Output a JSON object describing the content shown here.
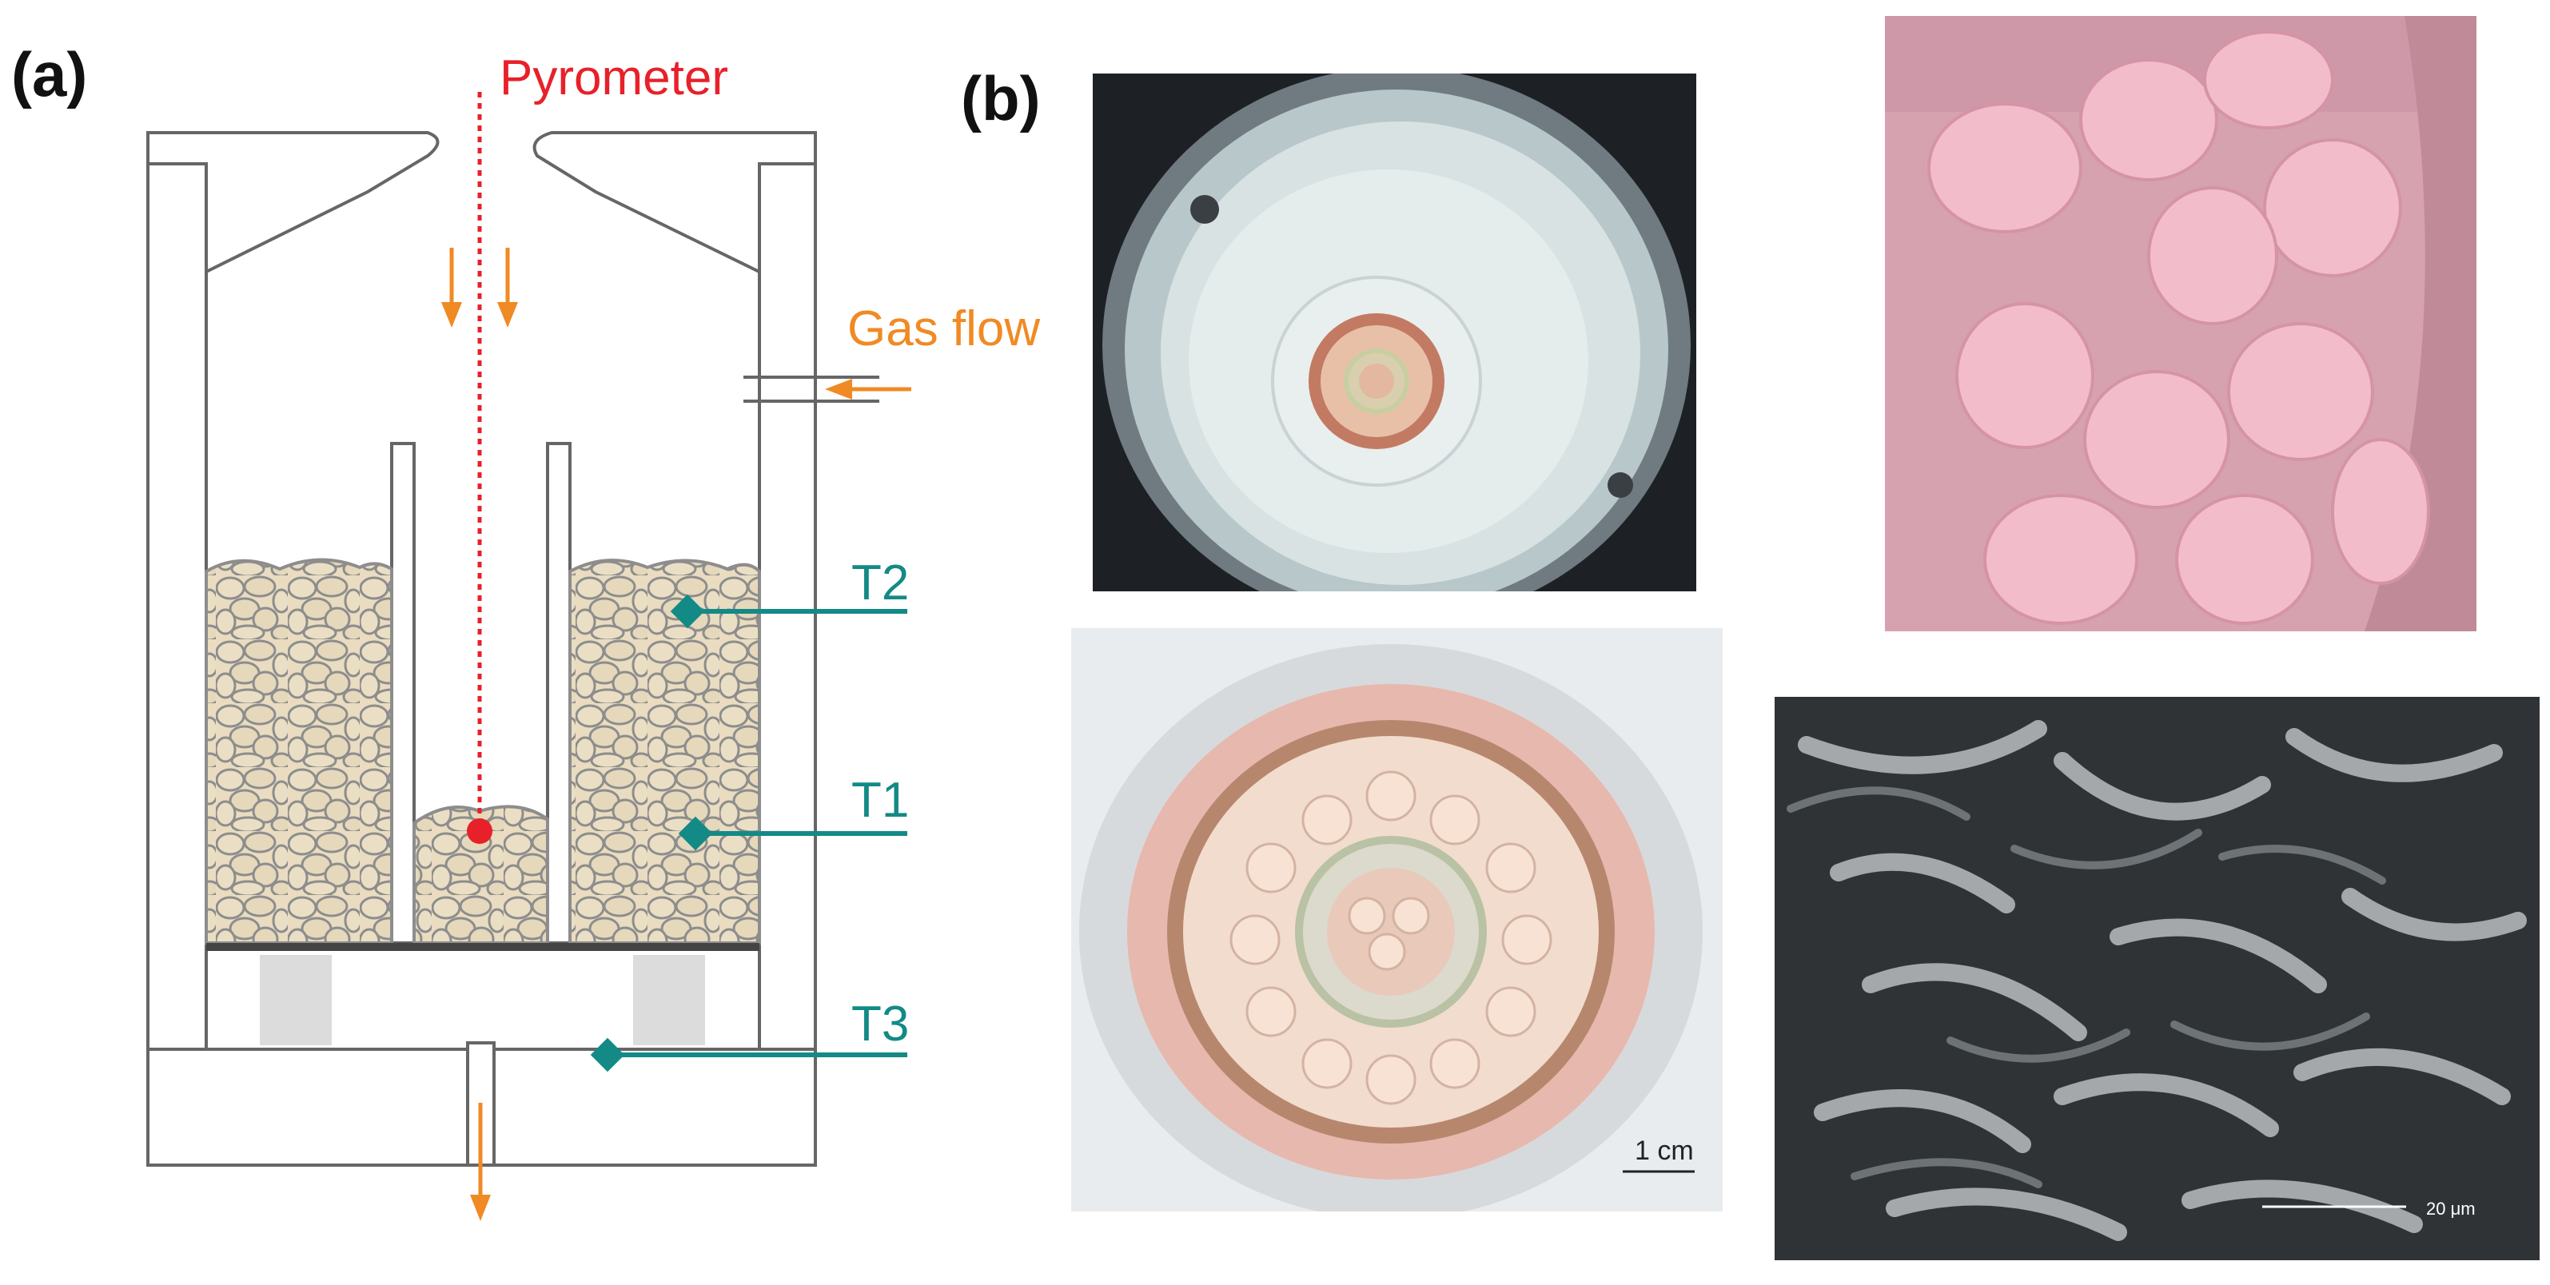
{
  "panels": {
    "a": {
      "label": "(a)"
    },
    "b": {
      "label": "(b)"
    }
  },
  "diagram": {
    "pyrometer_label": "Pyrometer",
    "gas_flow_label": "Gas flow",
    "sensors": [
      {
        "label": "T2"
      },
      {
        "label": "T1"
      },
      {
        "label": "T3"
      }
    ],
    "colors": {
      "pyrometer": "#e8202a",
      "gas_flow": "#f08a24",
      "sensor_line": "#138a86",
      "particles_fill": "#e9dcc0",
      "particles_stroke": "#8d8d8d",
      "walls": "#666666"
    }
  },
  "photos": {
    "reactor_top": {
      "description_icon": "reactor-top-photo"
    },
    "pellets_closeup": {
      "description_icon": "pink-pellets-photo"
    },
    "reactor_inside": {
      "description_icon": "reactor-inside-photo",
      "scale_bar": "1 cm"
    },
    "sem_micrograph": {
      "description_icon": "sem-micrograph",
      "scale_bar": "20 μm"
    }
  }
}
